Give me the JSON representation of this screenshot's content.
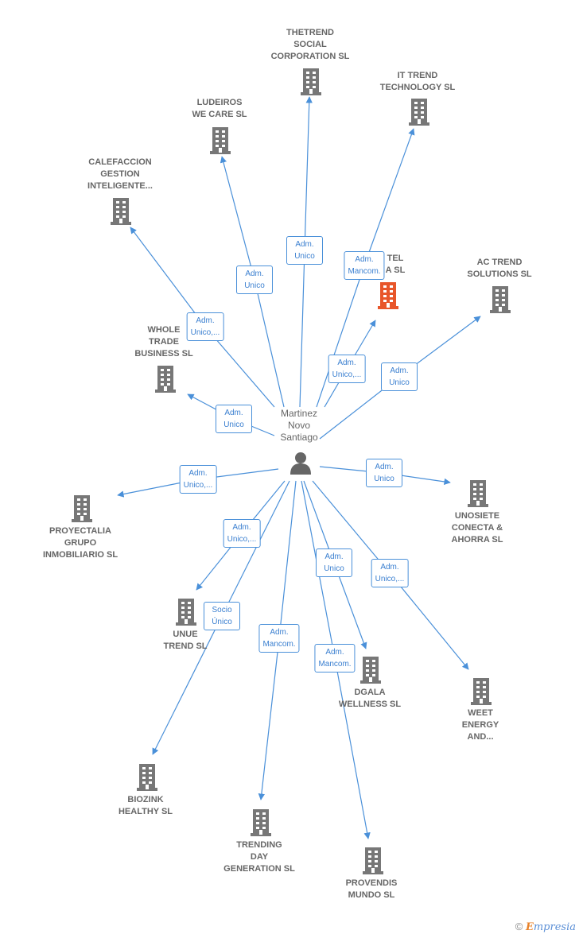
{
  "center": {
    "label": "Martinez\nNovo\nSantiago"
  },
  "companies": [
    {
      "id": "thetrend",
      "label": "THETREND\nSOCIAL\nCORPORATION SL",
      "highlight": false
    },
    {
      "id": "ittrend",
      "label": "IT TREND\nTECHNOLOGY SL",
      "highlight": false
    },
    {
      "id": "ludeiros",
      "label": "LUDEIROS\nWE CARE  SL",
      "highlight": false
    },
    {
      "id": "calefaccion",
      "label": "CALEFACCION\nGESTION\nINTELIGENTE...",
      "highlight": false
    },
    {
      "id": "tel",
      "label": "TEL\nA  SL",
      "highlight": true
    },
    {
      "id": "actrend",
      "label": "AC TREND\nSOLUTIONS SL",
      "highlight": false
    },
    {
      "id": "whole",
      "label": "WHOLE\nTRADE\nBUSINESS  SL",
      "highlight": false
    },
    {
      "id": "proyectalia",
      "label": "PROYECTALIA\nGRUPO\nINMOBILIARIO SL",
      "highlight": false
    },
    {
      "id": "unosiete",
      "label": "UNOSIETE\nCONECTA &\nAHORRA  SL",
      "highlight": false
    },
    {
      "id": "unue",
      "label": "UNUE\nTREND  SL",
      "highlight": false
    },
    {
      "id": "dgala",
      "label": "DGALA\nWELLNESS  SL",
      "highlight": false
    },
    {
      "id": "weet",
      "label": "WEET\nENERGY\nAND...",
      "highlight": false
    },
    {
      "id": "biozink",
      "label": "BIOZINK\nHEALTHY  SL",
      "highlight": false
    },
    {
      "id": "trending",
      "label": "TRENDING\nDAY\nGENERATION SL",
      "highlight": false
    },
    {
      "id": "provendis",
      "label": "PROVENDIS\nMUNDO SL",
      "highlight": false
    }
  ],
  "relations": [
    {
      "target": "thetrend",
      "label": "Adm.\nUnico"
    },
    {
      "target": "ittrend",
      "label": "Adm.\nMancom."
    },
    {
      "target": "ludeiros",
      "label": "Adm.\nUnico"
    },
    {
      "target": "calefaccion",
      "label": "Adm.\nUnico,..."
    },
    {
      "target": "tel",
      "label": "Adm.\nUnico,..."
    },
    {
      "target": "actrend",
      "label": "Adm.\nUnico"
    },
    {
      "target": "whole",
      "label": "Adm.\nUnico"
    },
    {
      "target": "proyectalia",
      "label": "Adm.\nUnico,..."
    },
    {
      "target": "unosiete",
      "label": "Adm.\nUnico"
    },
    {
      "target": "unue",
      "label": "Adm.\nUnico,..."
    },
    {
      "target": "biozink",
      "label": "Socio\nÚnico"
    },
    {
      "target": "trending",
      "label": "Adm.\nMancom."
    },
    {
      "target": "dgala",
      "label": "Adm.\nUnico"
    },
    {
      "target": "provendis",
      "label": "Adm.\nMancom."
    },
    {
      "target": "weet",
      "label": "Adm.\nUnico,..."
    }
  ],
  "colors": {
    "edge": "#4a90d9",
    "building": "#777777",
    "highlight": "#e8562a",
    "person": "#666666"
  },
  "copyright": {
    "symbol": "©",
    "brand_initial": "E",
    "brand_rest": "mpresia"
  }
}
